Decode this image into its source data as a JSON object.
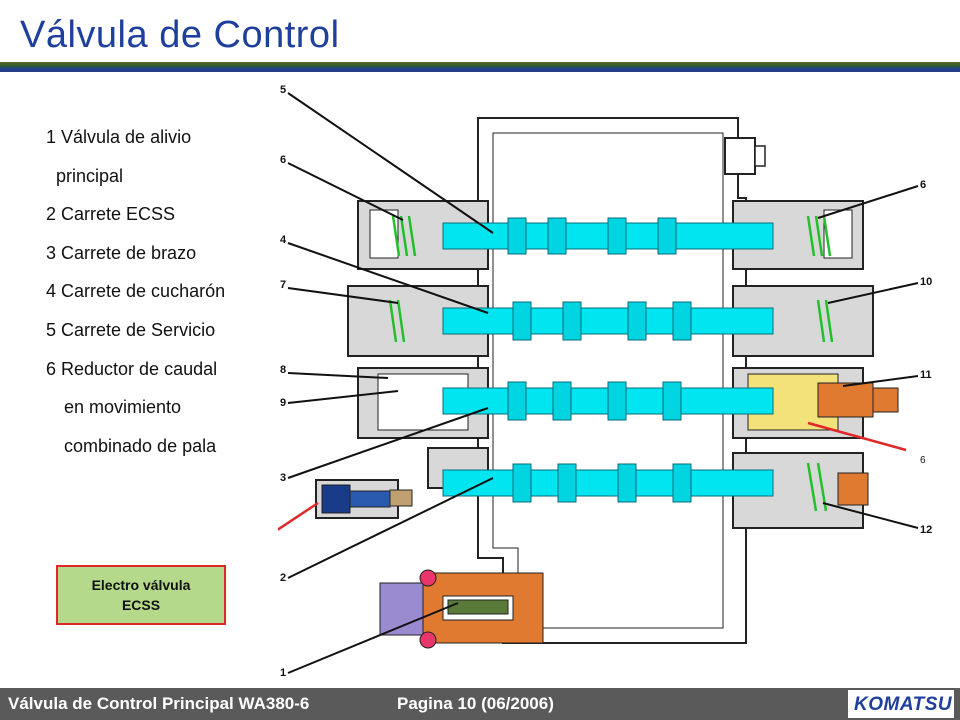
{
  "title": "Válvula  de Control",
  "legend": {
    "items": [
      "1 Válvula de alivio",
      "principal",
      "2 Carrete ECSS",
      "3 Carrete de brazo",
      "4 Carrete de cucharón",
      "5 Carrete de Servicio",
      "6 Reductor de caudal",
      "en movimiento",
      "combinado de pala"
    ]
  },
  "callout": {
    "line1": "Electro válvula",
    "line2": "ECSS"
  },
  "diagram_labels": {
    "left": [
      "5",
      "6",
      "4",
      "7",
      "8",
      "9",
      "3",
      "2",
      "1"
    ],
    "right": [
      "6",
      "10",
      "11",
      "6",
      "12"
    ]
  },
  "footer": {
    "left": "Válvula de Control Principal WA380-6",
    "mid": "Pagina 10 (06/2006)",
    "logo": "KOMATSU"
  },
  "colors": {
    "title": "#1f3f9c",
    "spool": "#00e5f0",
    "spring": "#22c02a",
    "callout_fill": "#b5d98a",
    "callout_border": "#e0282a",
    "footer_bg": "#5a5a5a"
  }
}
